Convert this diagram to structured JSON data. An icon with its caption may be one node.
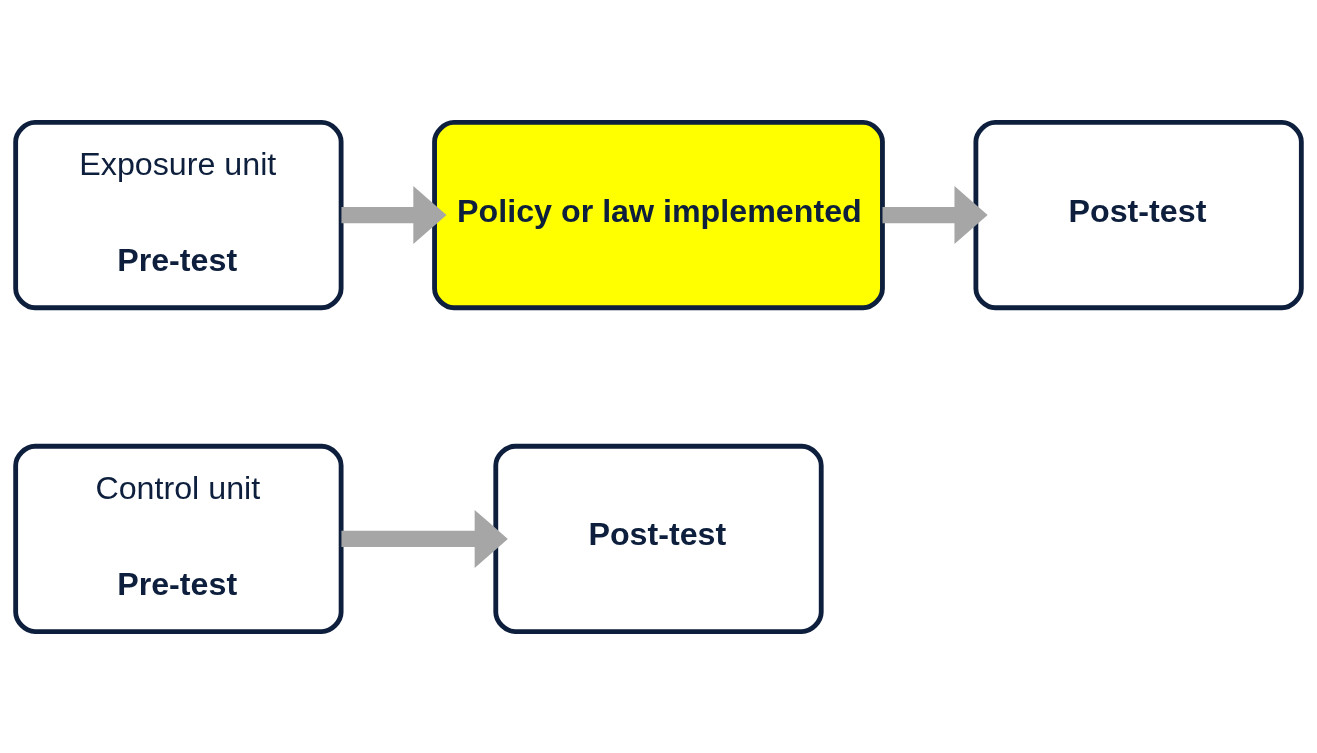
{
  "diagram": {
    "nodes": [
      {
        "text": [
          "Exposure unit",
          "Pre-test"
        ]
      },
      {
        "text": [
          "Policy or law implemented"
        ]
      },
      {
        "text": [
          "Post-test"
        ]
      },
      {
        "text": [
          "Control unit",
          "Pre-test"
        ]
      },
      {
        "text": [
          "Post-test"
        ]
      }
    ],
    "edges": [
      {
        "from": 0,
        "to": 1,
        "arrow": "to"
      },
      {
        "from": 1,
        "to": 2,
        "arrow": "to"
      },
      {
        "from": 3,
        "to": 4,
        "arrow": "to"
      }
    ]
  }
}
